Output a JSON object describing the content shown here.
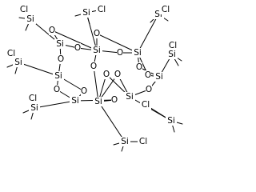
{
  "molecule": {
    "atom_labels": {
      "si": "Si",
      "o": "O",
      "cl": "Cl"
    },
    "colors": {
      "bond": "#000000",
      "text": "#000000",
      "background": "#ffffff"
    }
  }
}
